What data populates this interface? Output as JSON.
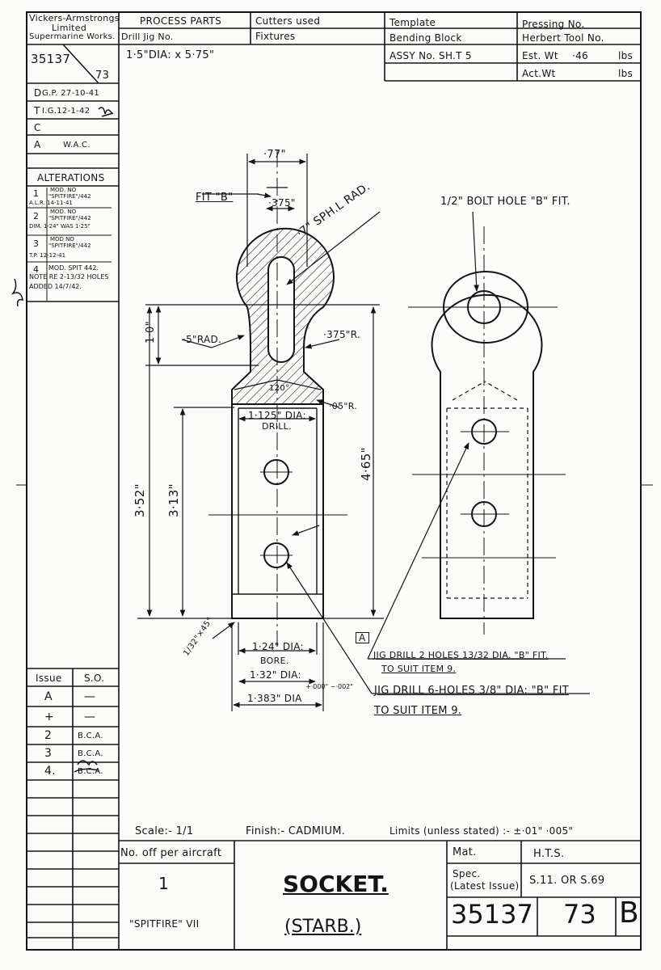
{
  "title_block": {
    "company_line1": "Vickers-Armstrongs",
    "company_line2": "Limited",
    "company_line3": "Supermarine Works.",
    "process_parts": "PROCESS PARTS",
    "drill_jig": "Drill Jig No.",
    "drill_jig_value": "1·5\"DIA: x 5·75\"",
    "cutters_used": "Cutters used",
    "fixtures": "Fixtures",
    "template": "Template",
    "bending_block": "Bending Block",
    "assy_no": "ASSY No.  SH.T 5",
    "pressing_no": "Pressing No.",
    "herbert_tool": "Herbert Tool No.",
    "est_wt": "Est. Wt",
    "est_wt_value": "·46",
    "act_wt": "Act.Wt",
    "lbs": "lbs",
    "drawing_no": "35137",
    "drawing_suffix": "73"
  },
  "approvals": [
    {
      "letter": "D",
      "text": "G.P. 27-10-41"
    },
    {
      "letter": "T",
      "text": "I.G.12-1-42"
    },
    {
      "letter": "C",
      "text": ""
    },
    {
      "letter": "A",
      "text": "W.A.C."
    }
  ],
  "alterations": {
    "heading": "ALTERATIONS",
    "items": [
      {
        "no": "1",
        "line1": "MOD. NO",
        "line2": "\"SPITFIRE\"/442",
        "line3": "A.L.R. 14-11-41"
      },
      {
        "no": "2",
        "line1": "MOD. NO",
        "line2": "\"SPITFIRE\"/442",
        "line3": "DIM. 1·24\" WAS 1·25\""
      },
      {
        "no": "3",
        "line1": "MOD NO",
        "line2": "\"SPITFIRE\"/442",
        "line3": "T.P. 12-12-41"
      },
      {
        "no": "4",
        "line1": "MOD. SPIT 442.",
        "line2": "NOTE RE 2-13/32 HOLES",
        "line3": "ADDED  14/7/42."
      }
    ]
  },
  "issues": {
    "header_issue": "Issue",
    "header_so": "S.O.",
    "rows": [
      {
        "issue": "A",
        "so": "—"
      },
      {
        "issue": "+",
        "so": "—"
      },
      {
        "issue": "2",
        "so": "B.C.A."
      },
      {
        "issue": "3",
        "so": "B.C.A."
      },
      {
        "issue": "4.",
        "so": "B.C.A."
      }
    ]
  },
  "dimensions": {
    "d_077": "·77\"",
    "d_fitb": "FIT \"B\"",
    "d_375": "·375\"",
    "d_sph": "·7\" SPH.L RAD.",
    "d_bolt": "1/2\" BOLT HOLE \"B\" FIT.",
    "d_10": "1·0\"",
    "d_5rad": "·5\"RAD.",
    "d_375r": "·375\"R.",
    "d_120": "120°",
    "d_05r": "·05\"R.",
    "d_1125": "1·125\" DIA:",
    "d_drill": "DRILL.",
    "d_465": "4·65\"",
    "d_352": "3·52\"",
    "d_313": "3·13\"",
    "d_chamfer": "1/32\"×45°",
    "d_124": "1·24\" DIA:",
    "d_bore": "BORE.",
    "d_132": "1·32\" DIA:",
    "d_1383": "1·383\" DIA",
    "d_tol": "+·000\" −·002\"",
    "note_a_mark": "A",
    "note_a1": "JIG DRILL 2 HOLES 13/32 DIA. \"B\" FIT.",
    "note_a2": "TO SUIT ITEM 9.",
    "note_b1": "JIG DRILL 6-HOLES 3/8\" DIA: \"B\" FIT",
    "note_b2": "TO SUIT ITEM 9."
  },
  "bottom": {
    "scale": "Scale:- 1/1",
    "finish": "Finish:- CADMIUM.",
    "limits": "Limits (unless stated) :- ±·01\" ·005\"",
    "noff_label": "No. off per aircraft",
    "noff_value": "1",
    "aircraft": "\"SPITFIRE\" VII",
    "part_name": "SOCKET.",
    "part_sub": "(STARB.)",
    "mat_label": "Mat.",
    "mat_value": "H.T.S.",
    "spec_label": "Spec.",
    "spec_label2": "(Latest Issue)",
    "spec_value": "S.11. OR S.69",
    "drawing_no": "35137",
    "drawing_suffix": "73",
    "issue_letter": "B"
  }
}
